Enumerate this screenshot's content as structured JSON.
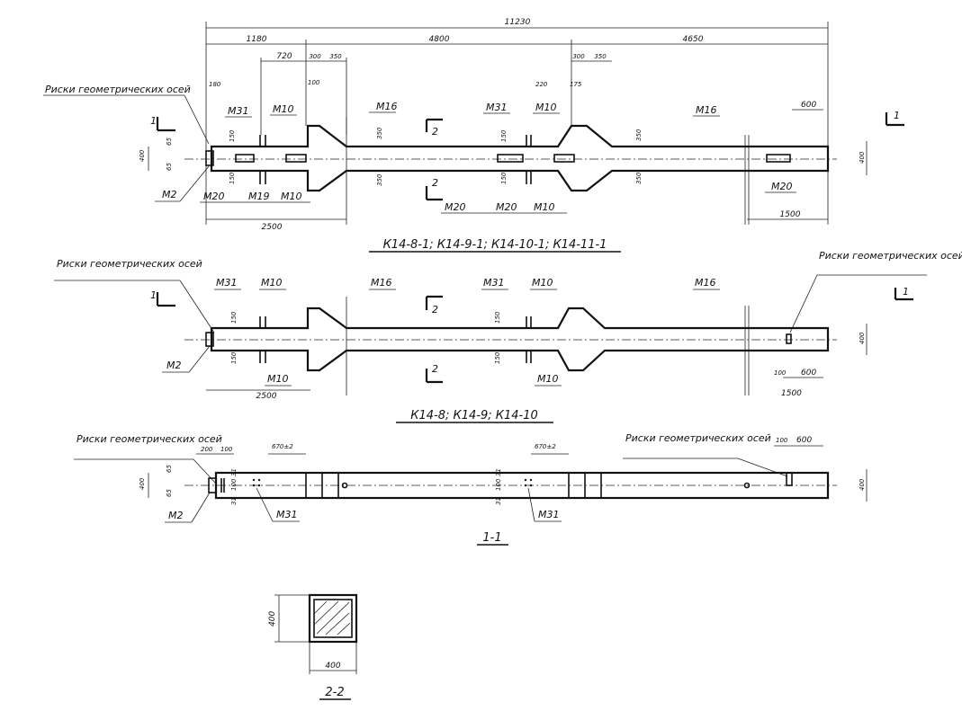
{
  "views": {
    "view1": {
      "title": "К14-8-1; К14-9-1; К14-10-1; К14-11-1",
      "geom_label": "Риски геометрических осей",
      "overall": "11230",
      "top_dims": [
        "1180",
        "4800",
        "4650"
      ],
      "sub_dims": [
        "720",
        "300",
        "350",
        "300",
        "350"
      ],
      "small_dims": [
        "180",
        "100",
        "220",
        "175",
        "600"
      ],
      "left_dims": [
        "400",
        "65",
        "65"
      ],
      "side_dims": [
        "150",
        "150",
        "150",
        "150",
        "350",
        "350",
        "350",
        "350",
        "400"
      ],
      "bottom_dims": [
        "2500",
        "1500"
      ],
      "marks_top": [
        "М31",
        "М10",
        "М16",
        "М31",
        "М10",
        "М16"
      ],
      "marks_bottom": [
        "М2",
        "М20",
        "М19",
        "М10",
        "М20",
        "М20",
        "М10",
        "М20"
      ],
      "section_labels": [
        "1",
        "1",
        "2",
        "2"
      ]
    },
    "view2": {
      "title": "К14-8; К14-9; К14-10",
      "geom_label_left": "Риски геометрических осей",
      "geom_label_right": "Риски геометрических осей",
      "marks": [
        "М31",
        "М10",
        "М16",
        "М31",
        "М10",
        "М16",
        "М2",
        "М10",
        "М10"
      ],
      "dims": [
        "150",
        "150",
        "150",
        "150",
        "2500",
        "100",
        "600",
        "1500",
        "400"
      ],
      "section_labels": [
        "1",
        "1",
        "2",
        "2"
      ]
    },
    "view3": {
      "title": "1-1",
      "geom_label_left": "Риски геометрических осей",
      "geom_label_right": "Риски геометрических осей",
      "dims": [
        "200",
        "100",
        "670±2",
        "670±2",
        "100",
        "600",
        "400",
        "65",
        "65",
        "400"
      ],
      "small_dims": [
        "31",
        "100",
        "31",
        "31",
        "100",
        "31"
      ],
      "marks": [
        "М2",
        "М31",
        "М31"
      ]
    },
    "section": {
      "title": "2-2",
      "dims": [
        "400",
        "400"
      ]
    }
  }
}
